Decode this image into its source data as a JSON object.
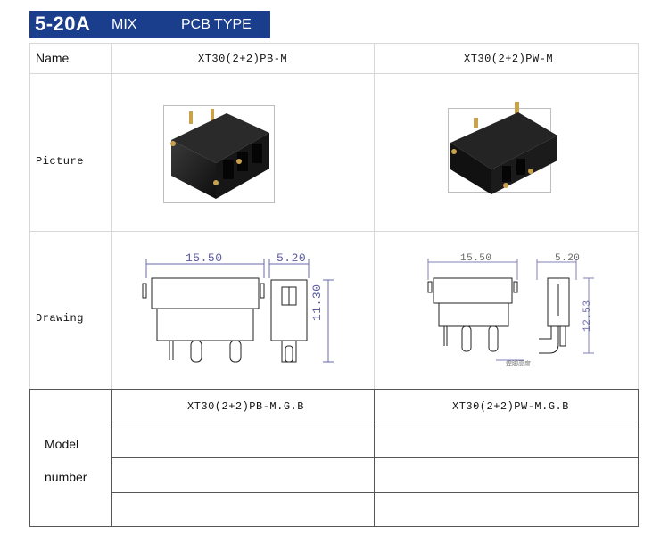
{
  "header": {
    "series": "5-20A",
    "mix": "MIX",
    "type": "PCB TYPE"
  },
  "table": {
    "name_label": "Name",
    "picture_label": "Picture",
    "drawing_label": "Drawing",
    "model_label_line1": "Model",
    "model_label_line2": "number",
    "col1_name": "XT30(2+2)PB-M",
    "col2_name": "XT30(2+2)PW-M",
    "col1_model": "XT30(2+2)PB-M.G.B",
    "col2_model": "XT30(2+2)PW-M.G.B"
  },
  "drawing1": {
    "width_dim": "15.50",
    "depth_dim": "5.20",
    "height_dim": "11.30"
  },
  "drawing2": {
    "width_dim": "15.50",
    "depth_dim": "5.20",
    "height_dim": "12.53",
    "note": "焊脚高度"
  }
}
